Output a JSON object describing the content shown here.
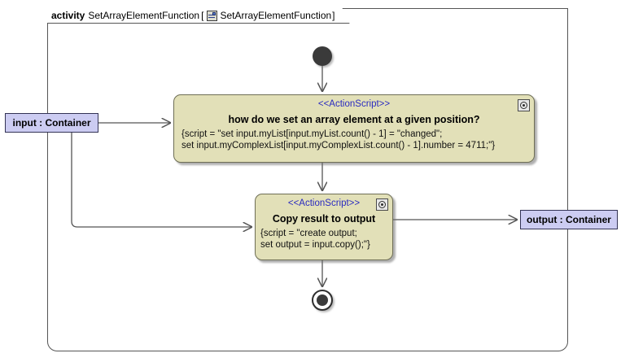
{
  "diagram": {
    "frame": {
      "keyword": "activity",
      "name": "SetArrayElementFunction",
      "bracket_open": "[",
      "icon": "activity-diagram-icon",
      "qualified_name": "SetArrayElementFunction",
      "bracket_close": "]"
    },
    "nodes": {
      "initial": {
        "name": "initial-node",
        "label": ""
      },
      "final": {
        "name": "activity-final-node",
        "label": ""
      },
      "action_1": {
        "stereotype": "<<ActionScript>>",
        "title": "how do we set an array element at a given position?",
        "script_line_1": "{script = \"set input.myList[input.myList.count() - 1] = \"changed\";",
        "script_line_2": "set input.myComplexList[input.myComplexList.count() - 1].number = 4711;\"}",
        "behavior_icon": "behavior-gear-icon"
      },
      "action_2": {
        "stereotype": "<<ActionScript>>",
        "title": "Copy result to output",
        "script_line_1": "{script = \"create output;",
        "script_line_2": "set output = input.copy();\"}",
        "behavior_icon": "behavior-gear-icon"
      },
      "pin_input": {
        "label": "input : Container"
      },
      "pin_output": {
        "label": "output : Container"
      }
    },
    "colors": {
      "action_fill": "#e2e0b8",
      "action_border": "#6e6e55",
      "pin_fill": "#ccccf2",
      "pin_border": "#333355",
      "stereotype_text": "#2a2ac0",
      "edge": "#555555",
      "node_solid": "#3a3a3a",
      "frame_border": "#555555",
      "background": "#ffffff"
    },
    "edges": [
      {
        "name": "edge-initial-to-action1",
        "from": "initial",
        "to": "action_1"
      },
      {
        "name": "edge-action1-to-action2",
        "from": "action_1",
        "to": "action_2"
      },
      {
        "name": "edge-action2-to-final",
        "from": "action_2",
        "to": "final"
      },
      {
        "name": "edge-input-to-action1",
        "from": "pin_input",
        "to": "action_1"
      },
      {
        "name": "edge-input-to-action2",
        "from": "pin_input",
        "to": "action_2"
      },
      {
        "name": "edge-action2-to-output",
        "from": "action_2",
        "to": "pin_output"
      }
    ]
  }
}
